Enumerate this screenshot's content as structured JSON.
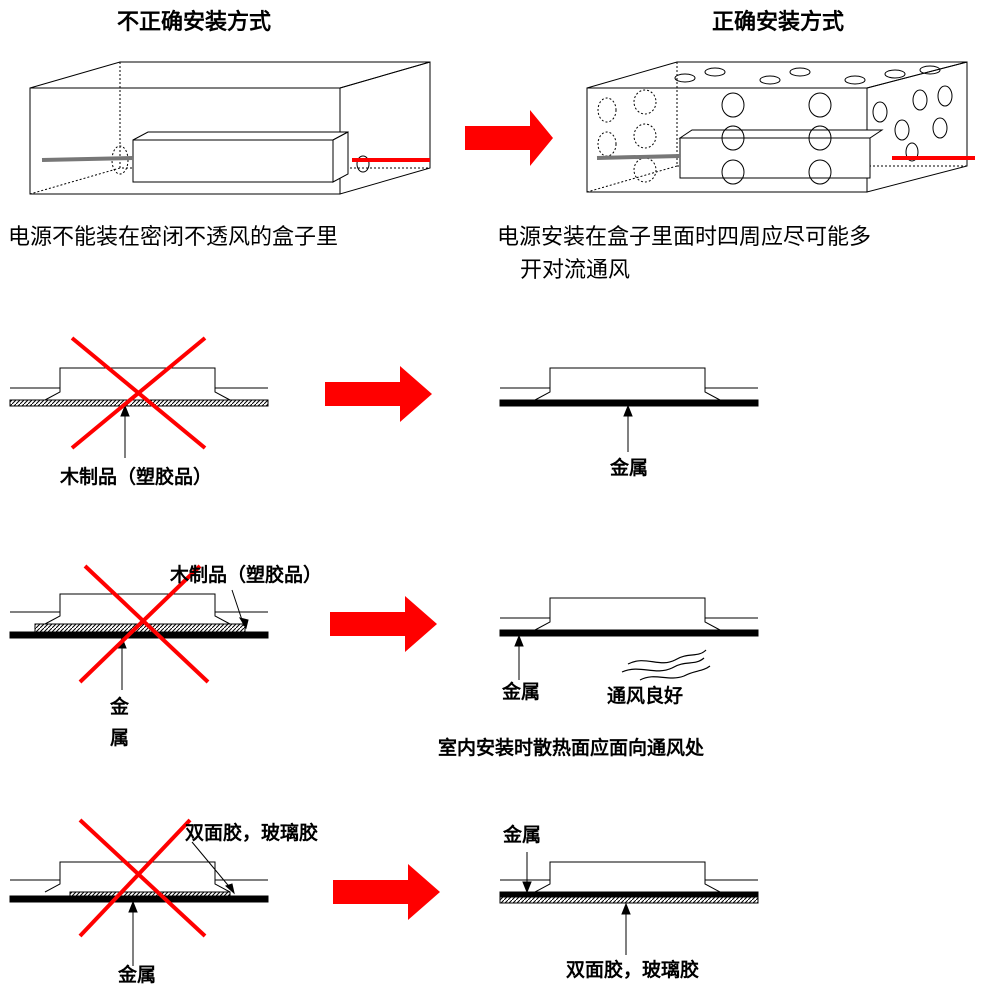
{
  "top": {
    "wrong_title": "不正确安装方式",
    "right_title": "正确安装方式",
    "wrong_caption": "电源不能装在密闭不透风的盒子里",
    "right_caption_line1": "电源安装在盒子里面时四周应尽可能多",
    "right_caption_line2": "开对流通风"
  },
  "row1": {
    "wrong_label": "木制品（塑胶品）",
    "right_label": "金属"
  },
  "row2": {
    "wrong_label_top": "木制品（塑胶品）",
    "wrong_label_metal_1": "金",
    "wrong_label_metal_2": "属",
    "right_label_metal": "金属",
    "right_label_vent": "通风良好",
    "note": "室内安装时散热面应面向通风处"
  },
  "row3": {
    "wrong_label_top": "双面胶，玻璃胶",
    "wrong_label_metal": "金属",
    "right_label_metal": "金属",
    "right_label_tape": "双面胶，玻璃胶"
  },
  "colors": {
    "arrow": "#ff0000",
    "cross": "#ff0000",
    "line": "#000000"
  }
}
